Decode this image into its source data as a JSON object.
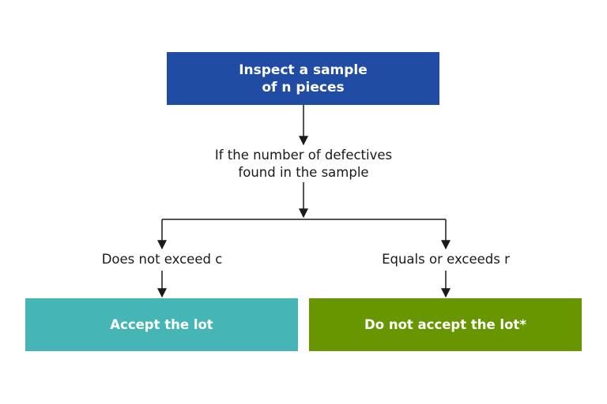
{
  "nodes": {
    "start": {
      "line1": "Inspect a sample",
      "line2": "of n pieces",
      "color": "#214ca3"
    },
    "condition": {
      "line1": "If the number of defectives",
      "line2": "found in the sample"
    },
    "branch_left": {
      "label": "Does not exceed c"
    },
    "branch_right": {
      "label": "Equals or exceeds r"
    },
    "accept": {
      "label": "Accept the lot",
      "color": "#45b6b5"
    },
    "reject": {
      "label": "Do not accept the lot*",
      "color": "#679600"
    }
  },
  "connector_color": "#1a1a1a"
}
